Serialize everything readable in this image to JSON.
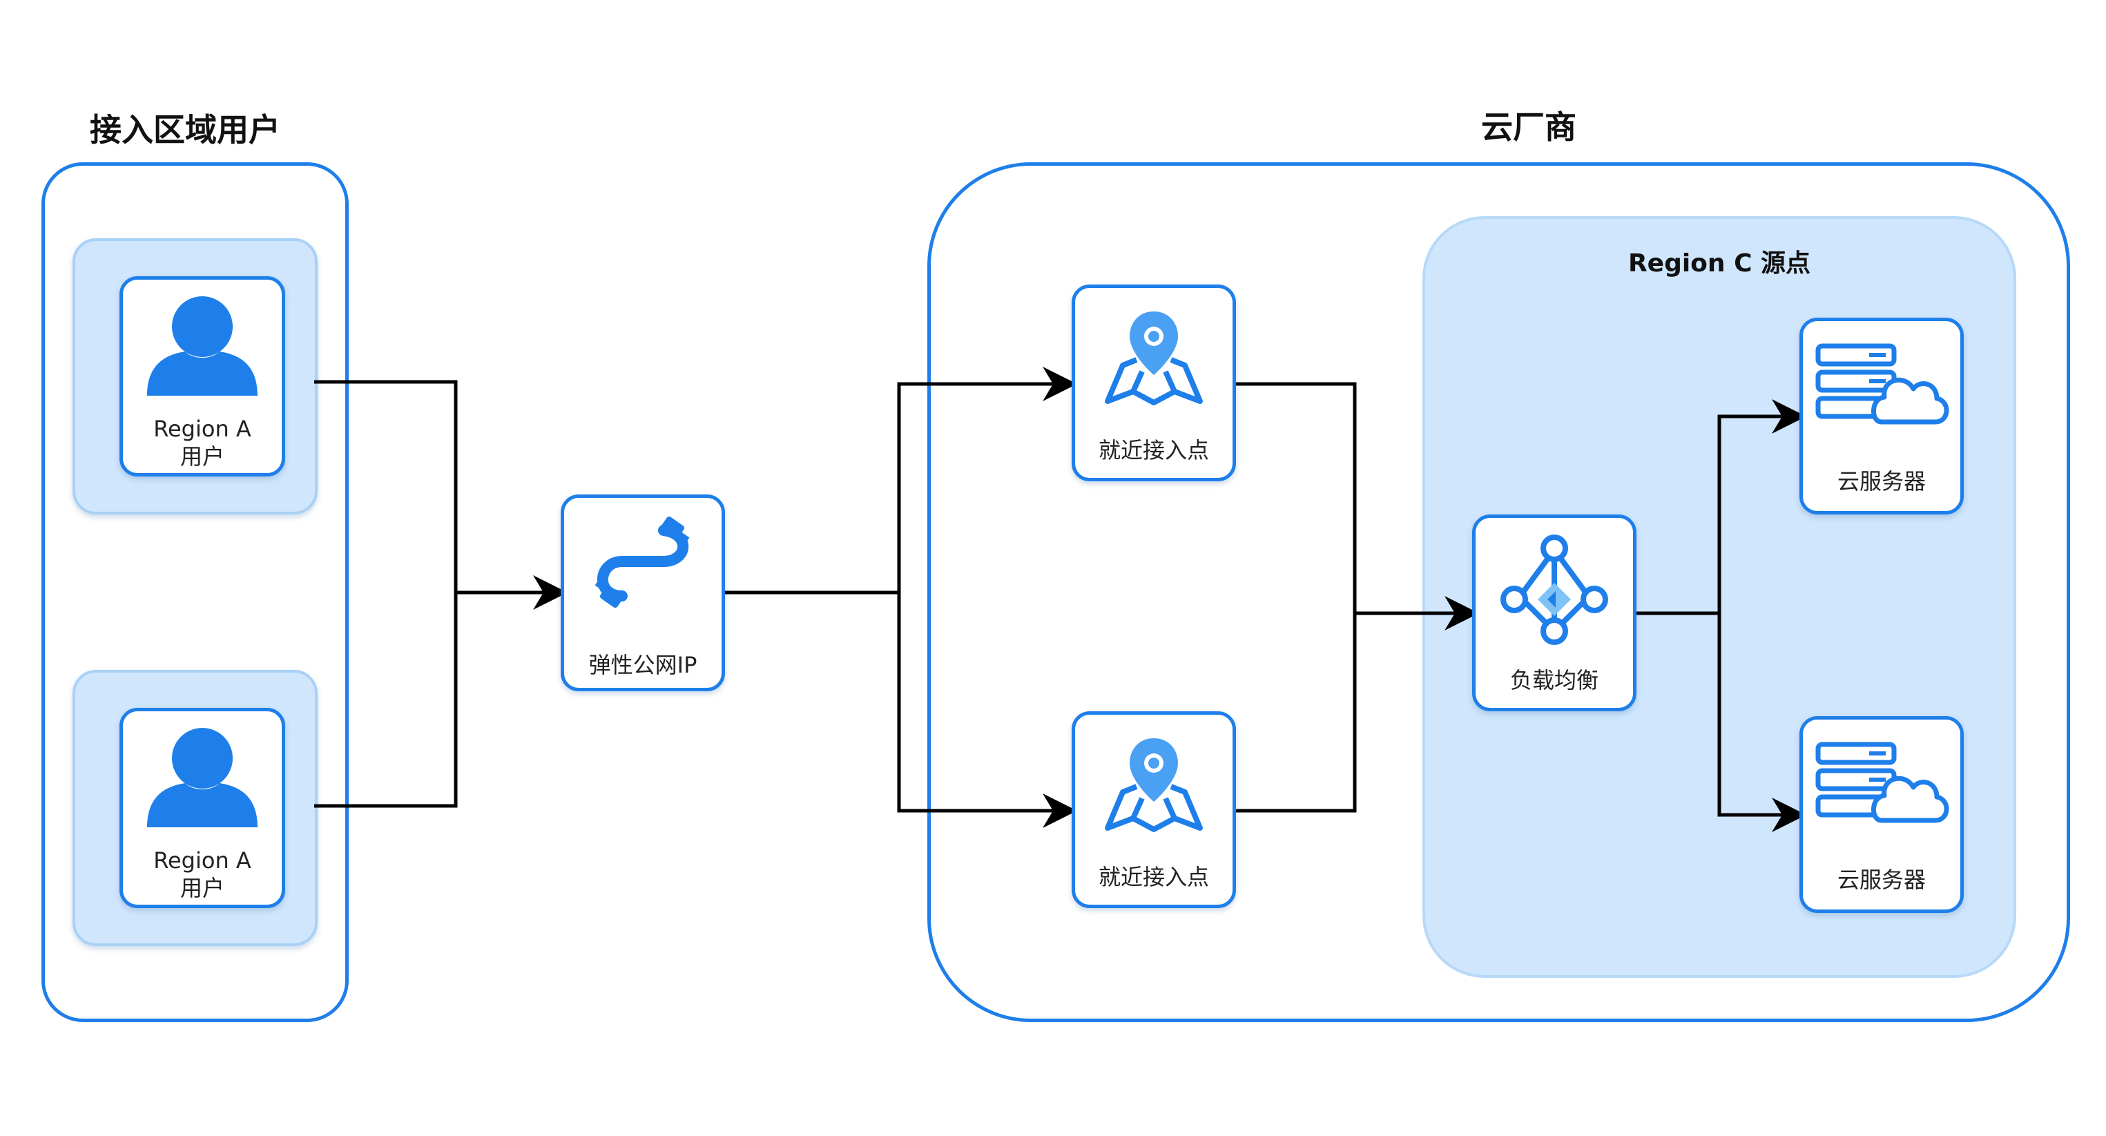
{
  "groups": {
    "users": {
      "title": "接入区域用户"
    },
    "cloud": {
      "title": "云厂商"
    },
    "origin": {
      "title": "Region C 源点"
    }
  },
  "nodes": {
    "user_a_1": {
      "line1": "Region A",
      "line2": "用户",
      "icon": "user-icon"
    },
    "user_a_2": {
      "line1": "Region A",
      "line2": "用户",
      "icon": "user-icon"
    },
    "eip": {
      "label": "弹性公网IP",
      "icon": "network-cable-icon"
    },
    "access_1": {
      "label": "就近接入点",
      "icon": "map-pin-icon"
    },
    "access_2": {
      "label": "就近接入点",
      "icon": "map-pin-icon"
    },
    "lb": {
      "label": "负载均衡",
      "icon": "load-balancer-icon"
    },
    "server_1": {
      "label": "云服务器",
      "icon": "cloud-server-icon"
    },
    "server_2": {
      "label": "云服务器",
      "icon": "cloud-server-icon"
    }
  },
  "colors": {
    "accent": "#1E7FEA",
    "light_fill": "#CFE6FC",
    "line": "#000000"
  }
}
